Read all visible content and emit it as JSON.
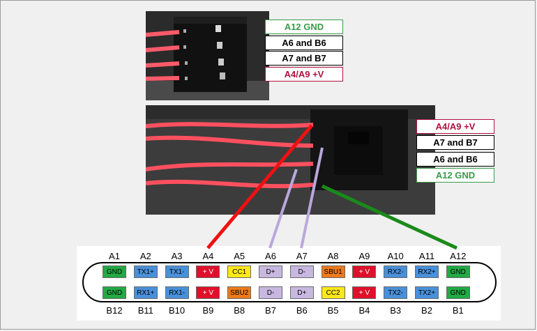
{
  "top_labels": [
    {
      "text": "A12  GND",
      "color": "green"
    },
    {
      "text": "A6 and B6",
      "color": "black"
    },
    {
      "text": "A7 and B7",
      "color": "black"
    },
    {
      "text": "A4/A9  +V",
      "color": "red"
    }
  ],
  "bottom_labels": [
    {
      "text": "A4/A9  +V",
      "color": "red"
    },
    {
      "text": "A7 and B7",
      "color": "black"
    },
    {
      "text": "A6 and B6",
      "color": "black"
    },
    {
      "text": "A12  GND",
      "color": "green"
    }
  ],
  "connector": {
    "top_numbers": [
      "A1",
      "A2",
      "A3",
      "A4",
      "A5",
      "A6",
      "A7",
      "A8",
      "A9",
      "A10",
      "A11",
      "A12"
    ],
    "bottom_numbers": [
      "B12",
      "B11",
      "B10",
      "B9",
      "B8",
      "B7",
      "B6",
      "B5",
      "B4",
      "B3",
      "B2",
      "B1"
    ],
    "row_a": [
      {
        "label": "GND",
        "color": "#22aa44"
      },
      {
        "label": "TX1+",
        "color": "#4a90d9"
      },
      {
        "label": "TX1-",
        "color": "#4a90d9"
      },
      {
        "label": "+ V",
        "color": "#e0102a"
      },
      {
        "label": "CC1",
        "color": "#ffe81a"
      },
      {
        "label": "D+",
        "color": "#c8b8e0"
      },
      {
        "label": "D-",
        "color": "#c8b8e0"
      },
      {
        "label": "SBU1",
        "color": "#ee7a1a"
      },
      {
        "label": "+ V",
        "color": "#e0102a"
      },
      {
        "label": "RX2-",
        "color": "#4a90d9"
      },
      {
        "label": "RX2+",
        "color": "#4a90d9"
      },
      {
        "label": "GND",
        "color": "#22aa44"
      }
    ],
    "row_b": [
      {
        "label": "GND",
        "color": "#22aa44"
      },
      {
        "label": "RX1+",
        "color": "#4a90d9"
      },
      {
        "label": "RX1-",
        "color": "#4a90d9"
      },
      {
        "label": "+ V",
        "color": "#e0102a"
      },
      {
        "label": "SBU2",
        "color": "#ee7a1a"
      },
      {
        "label": "D-",
        "color": "#c8b8e0"
      },
      {
        "label": "D+",
        "color": "#c8b8e0"
      },
      {
        "label": "CC2",
        "color": "#ffe81a"
      },
      {
        "label": "+ V",
        "color": "#e0102a"
      },
      {
        "label": "TX2-",
        "color": "#4a90d9"
      },
      {
        "label": "TX2+",
        "color": "#4a90d9"
      },
      {
        "label": "GND",
        "color": "#22aa44"
      }
    ]
  },
  "colors": {
    "red_line": "#ee1111",
    "purple_line": "#b8a8dc",
    "green_line": "#1a8a1a",
    "wire": "#ff5060"
  }
}
